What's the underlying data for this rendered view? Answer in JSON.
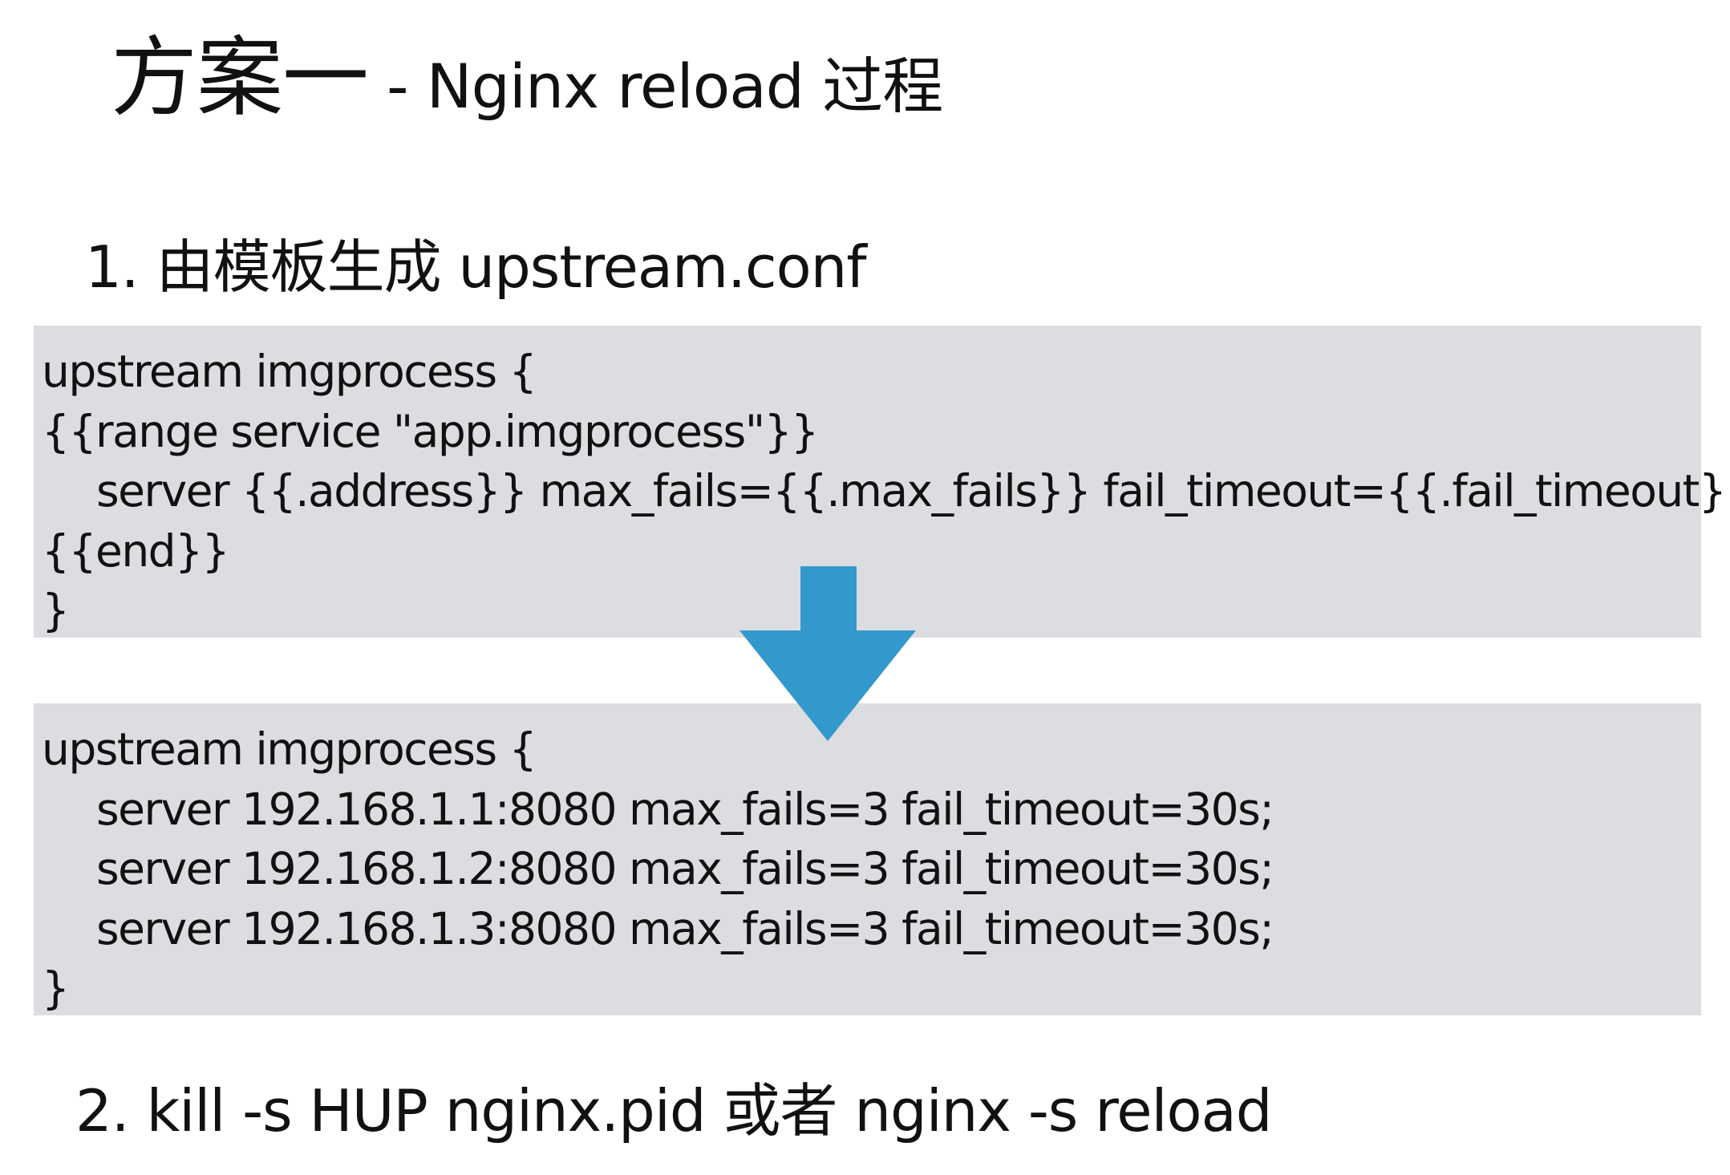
{
  "title": {
    "main": "方案一",
    "sub": " - Nginx reload 过程"
  },
  "step1": {
    "label": "1. 由模板生成 upstream.conf"
  },
  "template_code": {
    "lines": [
      "upstream imgprocess {",
      "{{range service \"app.imgprocess\"}}",
      "server {{.address}} max_fails={{.max_fails}} fail_timeout={{.fail_timeout}};",
      "{{end}}",
      "}"
    ]
  },
  "arrow": {
    "icon": "arrow-down-icon",
    "color": "#3399cc"
  },
  "output_code": {
    "lines": [
      "upstream imgprocess {",
      "server 192.168.1.1:8080 max_fails=3 fail_timeout=30s;",
      "server 192.168.1.2:8080 max_fails=3 fail_timeout=30s;",
      "server 192.168.1.3:8080 max_fails=3 fail_timeout=30s;",
      "}"
    ]
  },
  "step2": {
    "label": "2. kill -s HUP nginx.pid 或者 nginx -s reload"
  },
  "colors": {
    "code_background": "#dcdde0",
    "text": "#111111",
    "background": "#ffffff"
  }
}
